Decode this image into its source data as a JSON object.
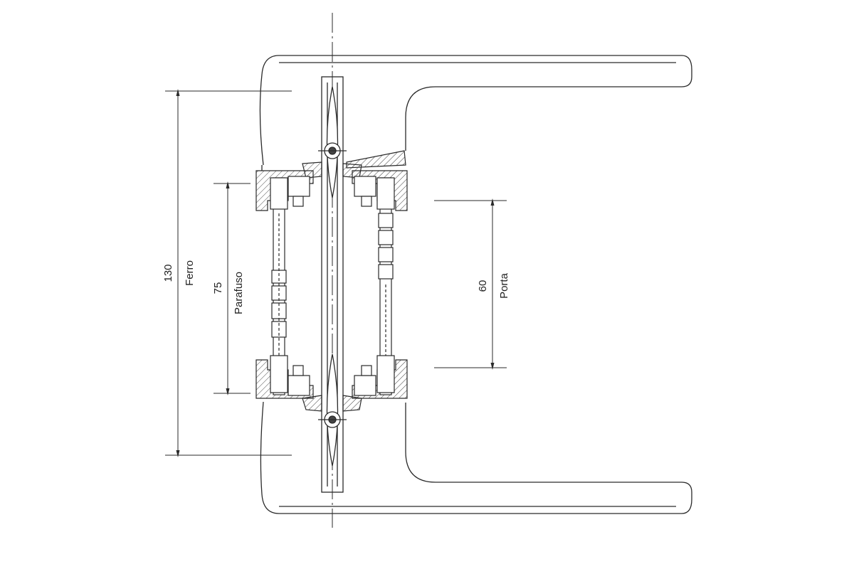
{
  "dimensions": [
    {
      "value": "130",
      "label": "Ferro"
    },
    {
      "value": "75",
      "label": "Parafuso"
    },
    {
      "value": "60",
      "label": "Porta"
    }
  ],
  "colors": {
    "line": "#2a2a2a",
    "hatch": "#444444",
    "background": "#ffffff"
  }
}
